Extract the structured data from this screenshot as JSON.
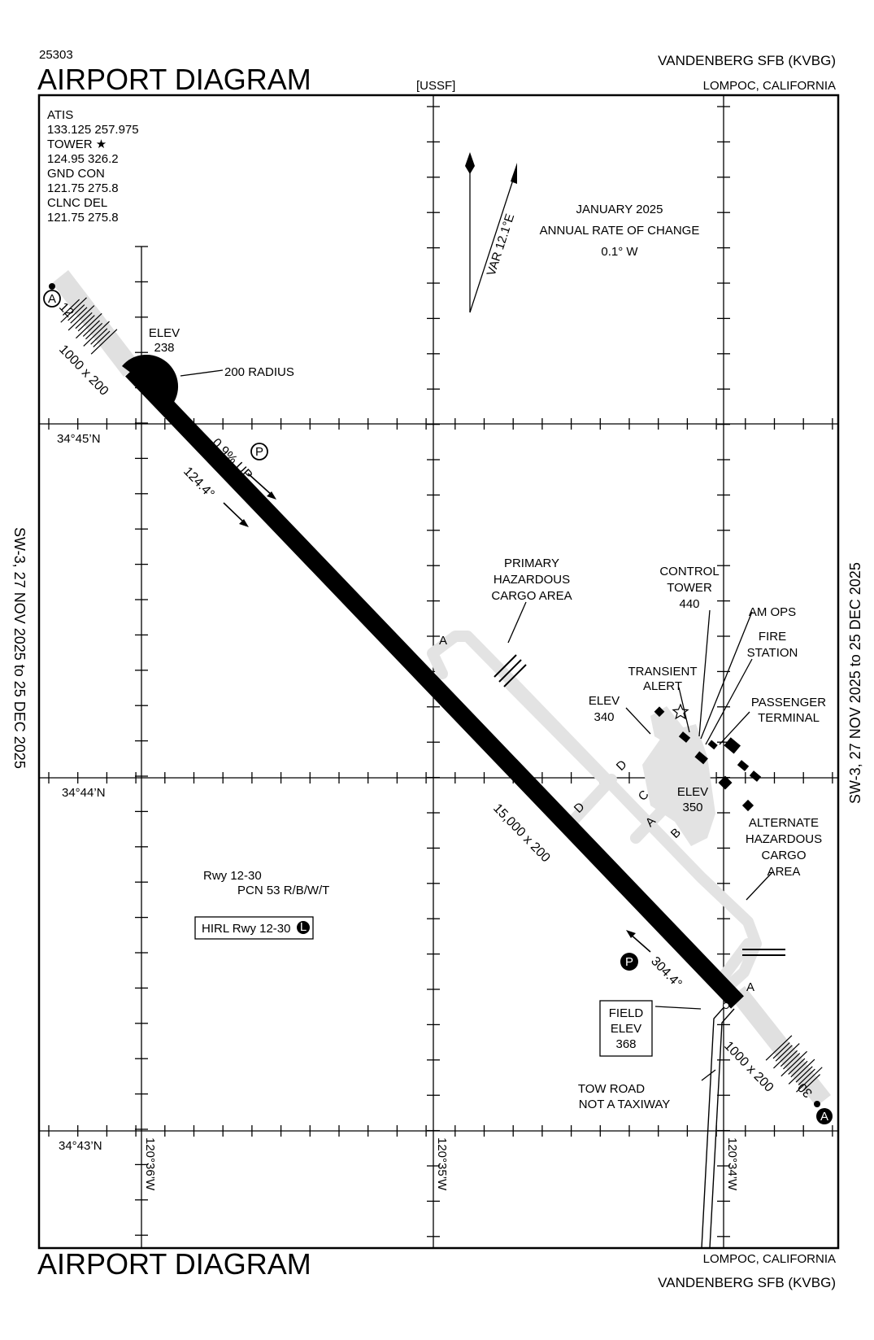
{
  "header": {
    "chart_number": "25303",
    "title": "AIRPORT DIAGRAM",
    "operator": "[USSF]",
    "airport_name": "VANDENBERG SFB  (KVBG)",
    "city": "LOMPOC, CALIFORNIA"
  },
  "footer": {
    "title": "AIRPORT DIAGRAM",
    "city": "LOMPOC, CALIFORNIA",
    "airport_name": "VANDENBERG SFB  (KVBG)"
  },
  "side_labels": {
    "left": "SW-3,  27 NOV 2025  to  25 DEC 2025",
    "right": "SW-3,  27 NOV 2025  to  25 DEC 2025"
  },
  "frequencies": [
    {
      "name": "ATIS",
      "freqs": "133.125  257.975"
    },
    {
      "name": "TOWER ★",
      "freqs": "124.95  326.2"
    },
    {
      "name": "GND CON",
      "freqs": "121.75  275.8"
    },
    {
      "name": "CLNC DEL",
      "freqs": "121.75  275.8"
    }
  ],
  "magnetic": {
    "date": "JANUARY 2025",
    "rate_label": "ANNUAL RATE OF CHANGE",
    "rate": "0.1° W",
    "variation": "VAR 12.1°E"
  },
  "coordinates": {
    "lat_1": "34°45’N",
    "lat_2": "34°44’N",
    "lat_3": "34°43’N",
    "lon_1": "120°36’W",
    "lon_2": "120°35’W",
    "lon_3": "120°34’W"
  },
  "runway": {
    "end_12": "12",
    "end_30": "30",
    "dimensions": "15,000 x 200",
    "overrun_nw": "1000 x 200",
    "overrun_se": "1000 x 200",
    "heading_124": "124.4°",
    "heading_304": "304.4°",
    "gradient": "0.9% UP",
    "info_line1": "Rwy 12-30",
    "info_line2": "PCN 53 R/B/W/T",
    "lighting": "HIRL Rwy 12-30",
    "lighting_badge": "L"
  },
  "labels": {
    "elev_238_a": "ELEV",
    "elev_238_b": "238",
    "radius": "200 RADIUS",
    "primary_cargo_1": "PRIMARY",
    "primary_cargo_2": "HAZARDOUS",
    "primary_cargo_3": "CARGO AREA",
    "control_tower_1": "CONTROL",
    "control_tower_2": "TOWER",
    "control_tower_3": "440",
    "am_ops": "AM OPS",
    "fire_station_1": "FIRE",
    "fire_station_2": "STATION",
    "transient_alert_1": "TRANSIENT",
    "transient_alert_2": "ALERT",
    "passenger_terminal_1": "PASSENGER",
    "passenger_terminal_2": "TERMINAL",
    "elev_340_a": "ELEV",
    "elev_340_b": "340",
    "elev_350_a": "ELEV",
    "elev_350_b": "350",
    "alt_cargo_1": "ALTERNATE",
    "alt_cargo_2": "HAZARDOUS",
    "alt_cargo_3": "CARGO",
    "alt_cargo_4": "AREA",
    "field_elev_1": "FIELD",
    "field_elev_2": "ELEV",
    "field_elev_3": "368",
    "tow_road_1": "TOW ROAD",
    "tow_road_2": "NOT A TAXIWAY",
    "parking_p": "P",
    "hot_spot_a": "A"
  },
  "taxiways": {
    "a_north": "A",
    "a_south": "A",
    "b": "B",
    "c": "C",
    "d1": "D",
    "d2": "D",
    "a_mid": "A"
  },
  "colors": {
    "ink": "#000000",
    "taxiway": "#e6e6e6",
    "taxiway_edge": "#cfcfcf",
    "background": "#ffffff"
  }
}
